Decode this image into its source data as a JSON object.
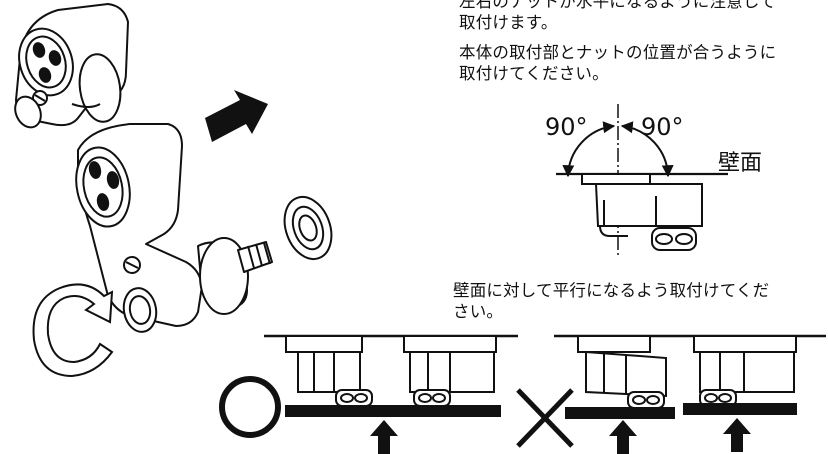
{
  "instructions": {
    "line1": "左右のナットが水平になるように注意して",
    "line2": "取付けます。",
    "line3": "本体の取付部とナットの位置が合うように",
    "line4": "取付けてください。",
    "line5": "壁面に対して平行になるよう取付けてくだ",
    "line6": "さい。"
  },
  "angle_diagram": {
    "left_angle": "90°",
    "right_angle": "90°",
    "wall_label": "壁面"
  },
  "marks": {
    "correct": "○",
    "incorrect": "×"
  }
}
